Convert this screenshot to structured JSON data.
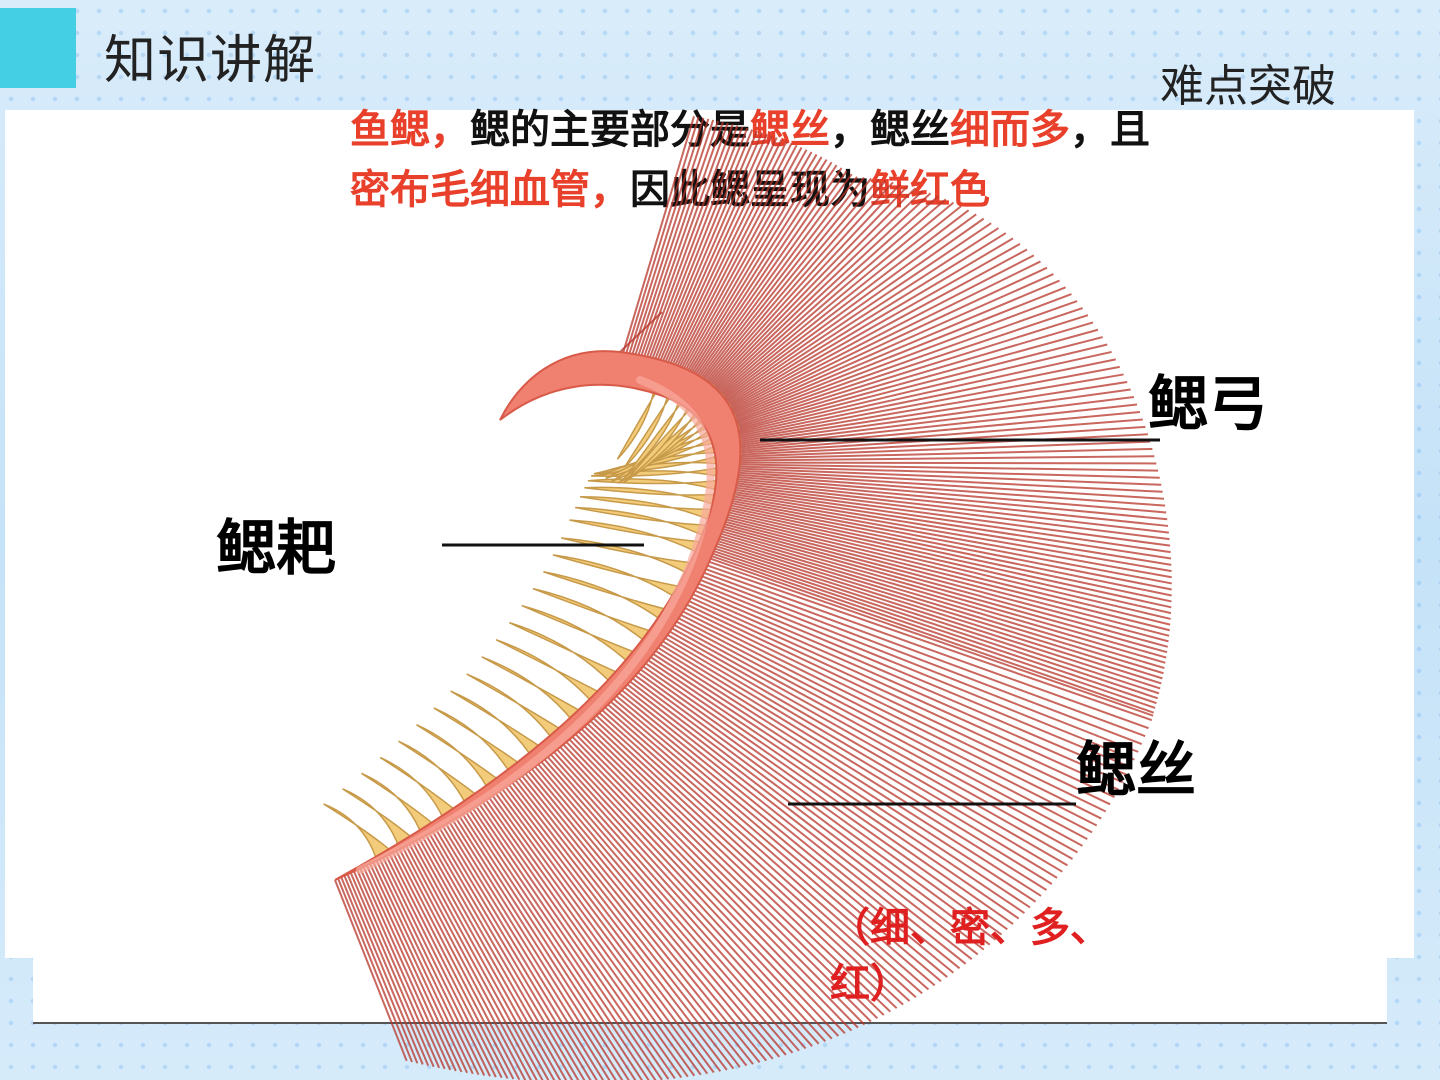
{
  "header": {
    "title": "知识讲解",
    "subtitle": "难点突破"
  },
  "description": {
    "line1": [
      {
        "text": "鱼鳃，",
        "color": "#e8402a"
      },
      {
        "text": "鳃的主要部分是",
        "color": "#111111"
      },
      {
        "text": "鳃丝",
        "color": "#e8402a"
      },
      {
        "text": "，鳃丝",
        "color": "#111111"
      },
      {
        "text": "细而多",
        "color": "#e8402a"
      },
      {
        "text": "，且",
        "color": "#111111"
      }
    ],
    "line2": [
      {
        "text": "密布毛细血管，",
        "color": "#e8402a"
      },
      {
        "text": "因此鳃呈现为",
        "color": "#111111"
      },
      {
        "text": "鲜红色",
        "color": "#e8402a"
      }
    ]
  },
  "diagram": {
    "labels": {
      "gill_arch": "鳃弓",
      "gill_raker": "鳃耙",
      "gill_filament": "鳃丝"
    },
    "note_line1": "（细、密、多、",
    "note_line2": "红）",
    "colors": {
      "filament": "#b8352a",
      "arch": "#f08070",
      "raker": "#f2cc7a"
    }
  }
}
